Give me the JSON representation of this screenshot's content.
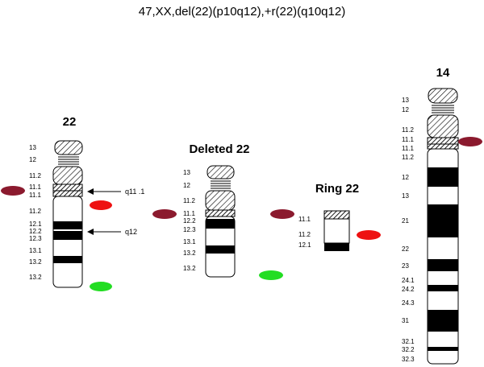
{
  "title": "47,XX,del(22)(p10q12),+r(22)(q10q12)",
  "colors": {
    "signal_dark_red": "#8b1a2e",
    "signal_red": "#ee1111",
    "signal_green": "#22dd22"
  },
  "chromosomes": {
    "chr22": {
      "name": "22",
      "p_bands": [
        "13",
        "12",
        "11.2",
        "11.1"
      ],
      "q_bands": [
        "11.1",
        "11.2",
        "12.1",
        "12.2",
        "12.3",
        "13.1",
        "13.2",
        "13.2"
      ],
      "callouts": [
        "q11 .1",
        "q12"
      ]
    },
    "deleted22": {
      "name": "Deleted 22",
      "p_bands": [
        "13",
        "12",
        "11.2",
        "11.1"
      ],
      "q_bands": [
        "12.2",
        "12.3",
        "13.1",
        "13.2",
        "13.2"
      ]
    },
    "ring22": {
      "name": "Ring 22",
      "q_bands": [
        "11.1",
        "11.2",
        "12.1"
      ]
    },
    "chr14": {
      "name": "14",
      "p_bands": [
        "13",
        "12",
        "11.2",
        "11.1"
      ],
      "q_bands": [
        "11.1",
        "11.2",
        "12",
        "13",
        "21",
        "22",
        "23",
        "24.1",
        "24.2",
        "24.3",
        "31",
        "32.1",
        "32.2",
        "32.3"
      ]
    }
  },
  "signals": {
    "chr22_q11_dark": "dark-red",
    "chr22_q11_red": "red",
    "chr22_q13_green": "green",
    "del22_q11_dark_left": "dark-red",
    "del22_q11_dark_right": "dark-red",
    "del22_q13_green": "green",
    "ring22_red": "red",
    "chr14_p11_dark": "dark-red"
  }
}
